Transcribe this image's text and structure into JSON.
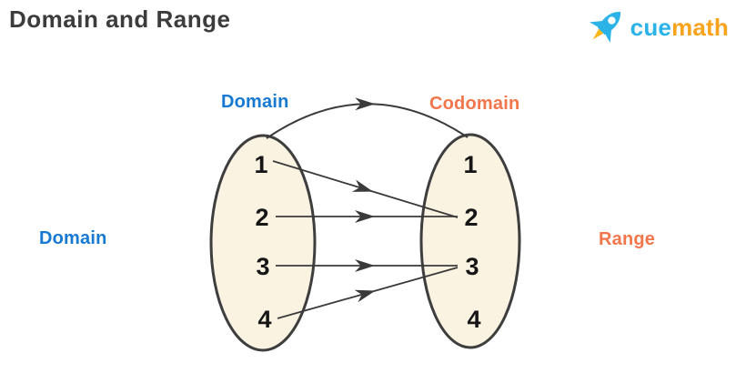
{
  "page": {
    "title": "Domain and Range"
  },
  "logo": {
    "icon": "rocket-icon",
    "brand_cue": "cue",
    "brand_math": "math"
  },
  "diagram": {
    "top_left_label": "Domain",
    "top_right_label": "Codomain",
    "left_label": "Domain",
    "right_label": "Range",
    "domain_elements": [
      "1",
      "2",
      "3",
      "4"
    ],
    "codomain_elements": [
      "1",
      "2",
      "3",
      "4"
    ],
    "mappings": [
      {
        "from": "1",
        "to": "2"
      },
      {
        "from": "2",
        "to": "2"
      },
      {
        "from": "3",
        "to": "3"
      },
      {
        "from": "4",
        "to": "3"
      }
    ],
    "colors": {
      "domain_label": "#1779d2",
      "codomain_label": "#f2764b",
      "ellipse_fill": "#faf3e2",
      "ellipse_stroke": "#3e3e3e",
      "arrow": "#3a3a3a",
      "number": "#161616",
      "title": "#3c3c3c",
      "logo_cue": "#2bb3e8",
      "logo_math": "#f9a21b",
      "logo_flame": "#fdb515"
    }
  }
}
